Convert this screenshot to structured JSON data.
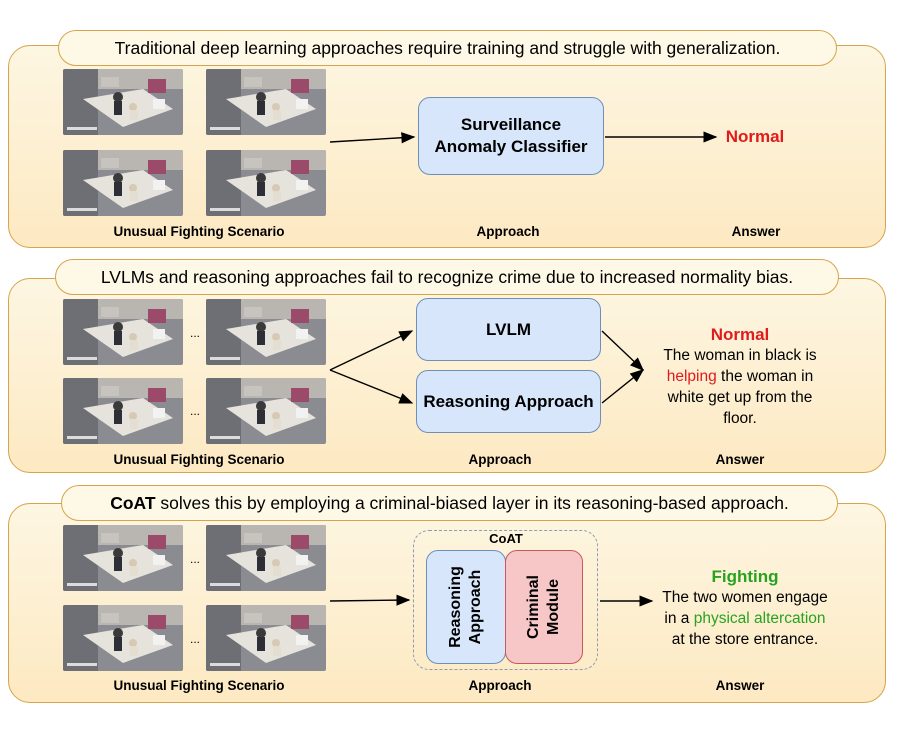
{
  "panel1": {
    "banner": "Traditional deep learning approaches require training and struggle with generalization.",
    "scenario_label": "Unusual Fighting Scenario",
    "box_label_line1": "Surveillance",
    "box_label_line2": "Anomaly Classifier",
    "answer": "Normal",
    "approach_label": "Approach",
    "answer_label": "Answer"
  },
  "panel2": {
    "banner": "LVLMs and reasoning approaches fail to recognize crime due to increased normality bias.",
    "scenario_label": "Unusual Fighting Scenario",
    "dots": "...",
    "box1_label": "LVLM",
    "box2_label": "Reasoning Approach",
    "answer_title": "Normal",
    "answer_pre": "The woman in black is",
    "answer_highlight": "helping",
    "answer_mid": " the woman in",
    "answer_post1": "white get up from the",
    "answer_post2": "floor.",
    "approach_label": "Approach",
    "answer_label": "Answer"
  },
  "panel3": {
    "banner_bold": "CoAT",
    "banner_rest": " solves this by employing a criminal-biased layer in its reasoning-based approach.",
    "scenario_label": "Unusual Fighting Scenario",
    "dots": "...",
    "group_label": "CoAT",
    "box1_line1": "Reasoning",
    "box1_line2": "Approach",
    "box2_line1": "Criminal",
    "box2_line2": "Module",
    "answer_title": "Fighting",
    "answer_line1": "The two women engage",
    "answer_pre": "in a ",
    "answer_highlight": "physical altercation",
    "answer_line3": "at the store entrance.",
    "approach_label": "Approach",
    "answer_label": "Answer"
  },
  "colors": {
    "panel_border": "#d6a44a",
    "box_fill": "#d7e6fb",
    "box_border": "#6e8fb8",
    "criminal_fill": "#f7c6c6",
    "criminal_border": "#c55a5a",
    "normal_red": "#e01b1b",
    "fighting_green": "#27a321"
  }
}
